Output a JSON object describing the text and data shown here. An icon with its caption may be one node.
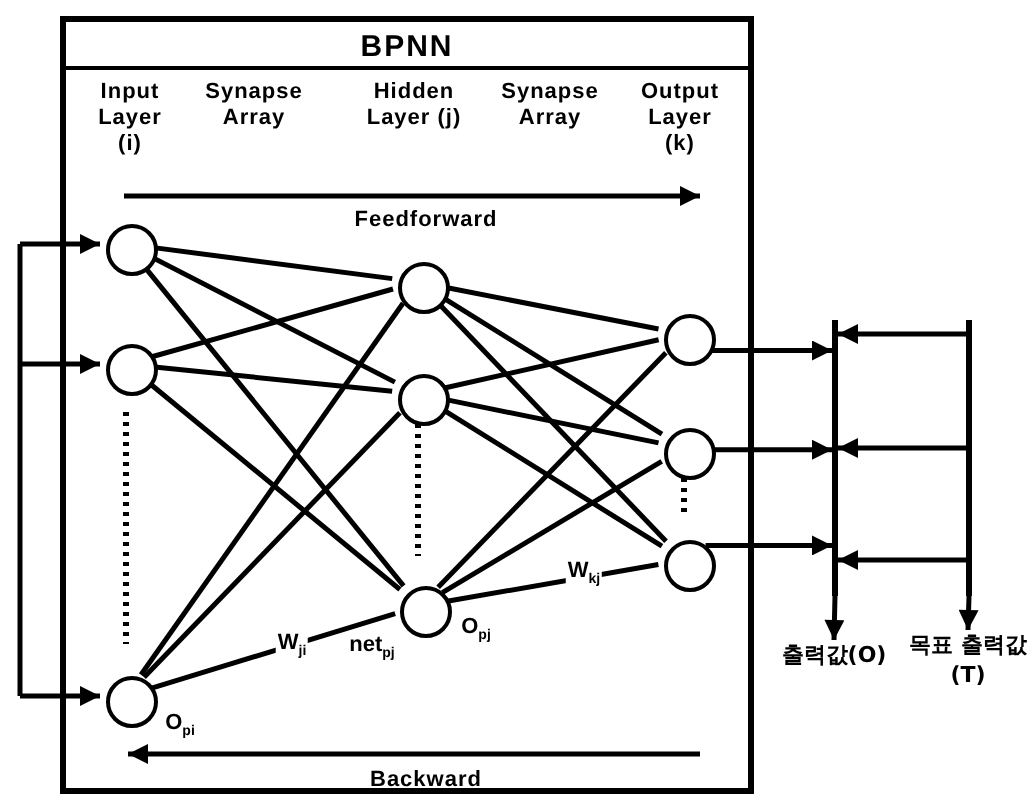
{
  "diagram": {
    "nodes": [
      {
        "text": [
          "BPNN"
        ]
      },
      {
        "text": [],
        "shape": "circle",
        "in": 0
      },
      {
        "text": [],
        "shape": "circle",
        "in": 0
      },
      {
        "text": [],
        "shape": "circle",
        "in": 0,
        "beside": [
          "O$_{pi}$"
        ]
      },
      {
        "text": [],
        "shape": "circle",
        "in": 0
      },
      {
        "text": [],
        "shape": "circle",
        "in": 0
      },
      {
        "text": [],
        "shape": "circle",
        "in": 0,
        "beside": [
          "net$_{pj}$",
          "O$_{pj}$"
        ]
      },
      {
        "text": [],
        "shape": "circle",
        "in": 0
      },
      {
        "text": [],
        "shape": "circle",
        "in": 0
      },
      {
        "text": [],
        "shape": "circle",
        "in": 0
      },
      {
        "text": [],
        "shape": "bar"
      },
      {
        "text": [],
        "shape": "bar"
      },
      {
        "text": [
          "출력값(O)"
        ]
      },
      {
        "text": [
          "목표 출력값(T)"
        ]
      }
    ],
    "edges": [
      {
        "from": null,
        "to": 1,
        "arrow": "to"
      },
      {
        "from": null,
        "to": 2,
        "arrow": "to"
      },
      {
        "from": null,
        "to": 3,
        "arrow": "to"
      },
      {
        "from": 1,
        "to": 4,
        "arrow": "none"
      },
      {
        "from": 1,
        "to": 5,
        "arrow": "none"
      },
      {
        "from": 1,
        "to": 6,
        "arrow": "none"
      },
      {
        "from": 2,
        "to": 4,
        "arrow": "none"
      },
      {
        "from": 2,
        "to": 5,
        "arrow": "none"
      },
      {
        "from": 2,
        "to": 6,
        "arrow": "none"
      },
      {
        "from": 3,
        "to": 4,
        "arrow": "none"
      },
      {
        "from": 3,
        "to": 5,
        "arrow": "none"
      },
      {
        "from": 3,
        "to": 6,
        "arrow": "none",
        "label": "W$_{ji}$"
      },
      {
        "from": 4,
        "to": 7,
        "arrow": "none"
      },
      {
        "from": 4,
        "to": 8,
        "arrow": "none"
      },
      {
        "from": 4,
        "to": 9,
        "arrow": "none"
      },
      {
        "from": 5,
        "to": 7,
        "arrow": "none"
      },
      {
        "from": 5,
        "to": 8,
        "arrow": "none"
      },
      {
        "from": 5,
        "to": 9,
        "arrow": "none"
      },
      {
        "from": 6,
        "to": 7,
        "arrow": "none"
      },
      {
        "from": 6,
        "to": 8,
        "arrow": "none"
      },
      {
        "from": 6,
        "to": 9,
        "arrow": "none",
        "label": "W$_{kj}$"
      },
      {
        "from": 7,
        "to": 10,
        "arrow": "to"
      },
      {
        "from": 8,
        "to": 10,
        "arrow": "to"
      },
      {
        "from": 9,
        "to": 10,
        "arrow": "to"
      },
      {
        "from": 11,
        "to": 10,
        "arrow": "to"
      },
      {
        "from": 11,
        "to": 10,
        "arrow": "to"
      },
      {
        "from": 11,
        "to": 10,
        "arrow": "to"
      },
      {
        "from": 10,
        "to": 12,
        "arrow": "to"
      },
      {
        "from": 11,
        "to": 13,
        "arrow": "to"
      }
    ],
    "labels": [
      "Input Layer (i)",
      "Synapse Array",
      "Hidden Layer (j)",
      "Synapse Array",
      "Output Layer (k)",
      "Feedforward",
      "Backward"
    ]
  }
}
